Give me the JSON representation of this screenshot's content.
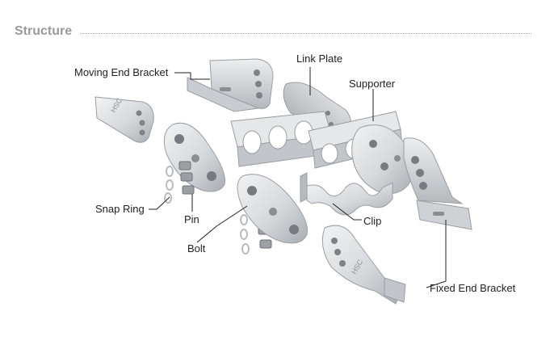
{
  "header": {
    "title": "Structure"
  },
  "labels": {
    "moving_end_bracket": "Moving End Bracket",
    "link_plate": "Link Plate",
    "supporter": "Supporter",
    "snap_ring": "Snap Ring",
    "pin": "Pin",
    "bolt": "Bolt",
    "clip": "Clip",
    "fixed_end_bracket": "Fixed End Bracket"
  },
  "parts": {
    "brand_mark": "HSC"
  },
  "colors": {
    "title": "#9a9a9a",
    "rule": "#7fb0d8",
    "metal_light": "#e4e6e8",
    "metal_mid": "#c5c8cb",
    "metal_dark": "#8e9296",
    "leader": "#222222"
  }
}
